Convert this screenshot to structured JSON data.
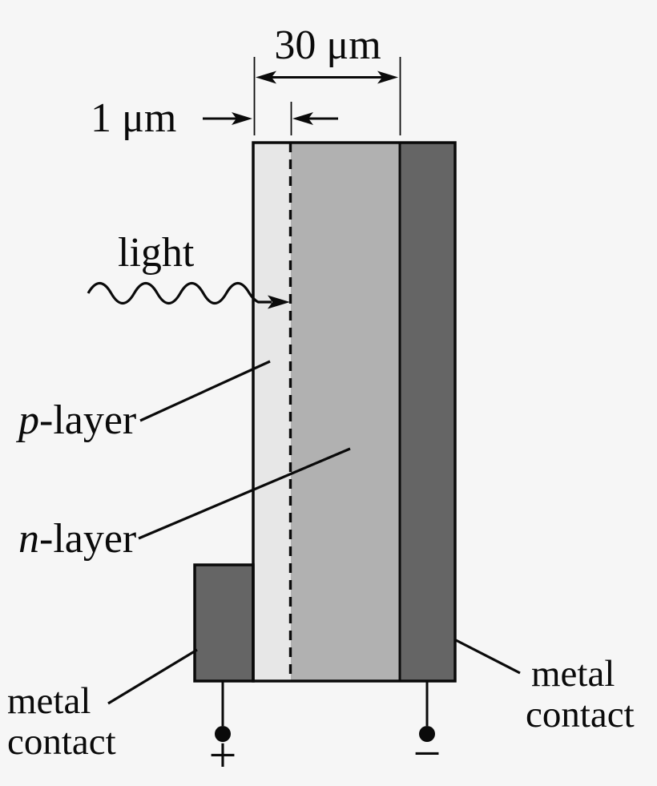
{
  "colors": {
    "background": "#f6f6f6",
    "p_layer": "#e7e7e7",
    "n_layer": "#b1b1b1",
    "metal_contact": "#656565",
    "ink": "#0a0a0a"
  },
  "dimensions": {
    "total_width_label": "30 μm",
    "p_layer_width_label": "1 μm"
  },
  "labels": {
    "light": "light",
    "p_layer": {
      "italic": "p",
      "rest": "-layer"
    },
    "n_layer": {
      "italic": "n",
      "rest": "-layer"
    },
    "metal_contact_left": {
      "line1": "metal",
      "line2": "contact"
    },
    "metal_contact_right": {
      "line1": "metal",
      "line2": "contact"
    }
  },
  "terminals": {
    "positive": "+",
    "negative": "−"
  }
}
